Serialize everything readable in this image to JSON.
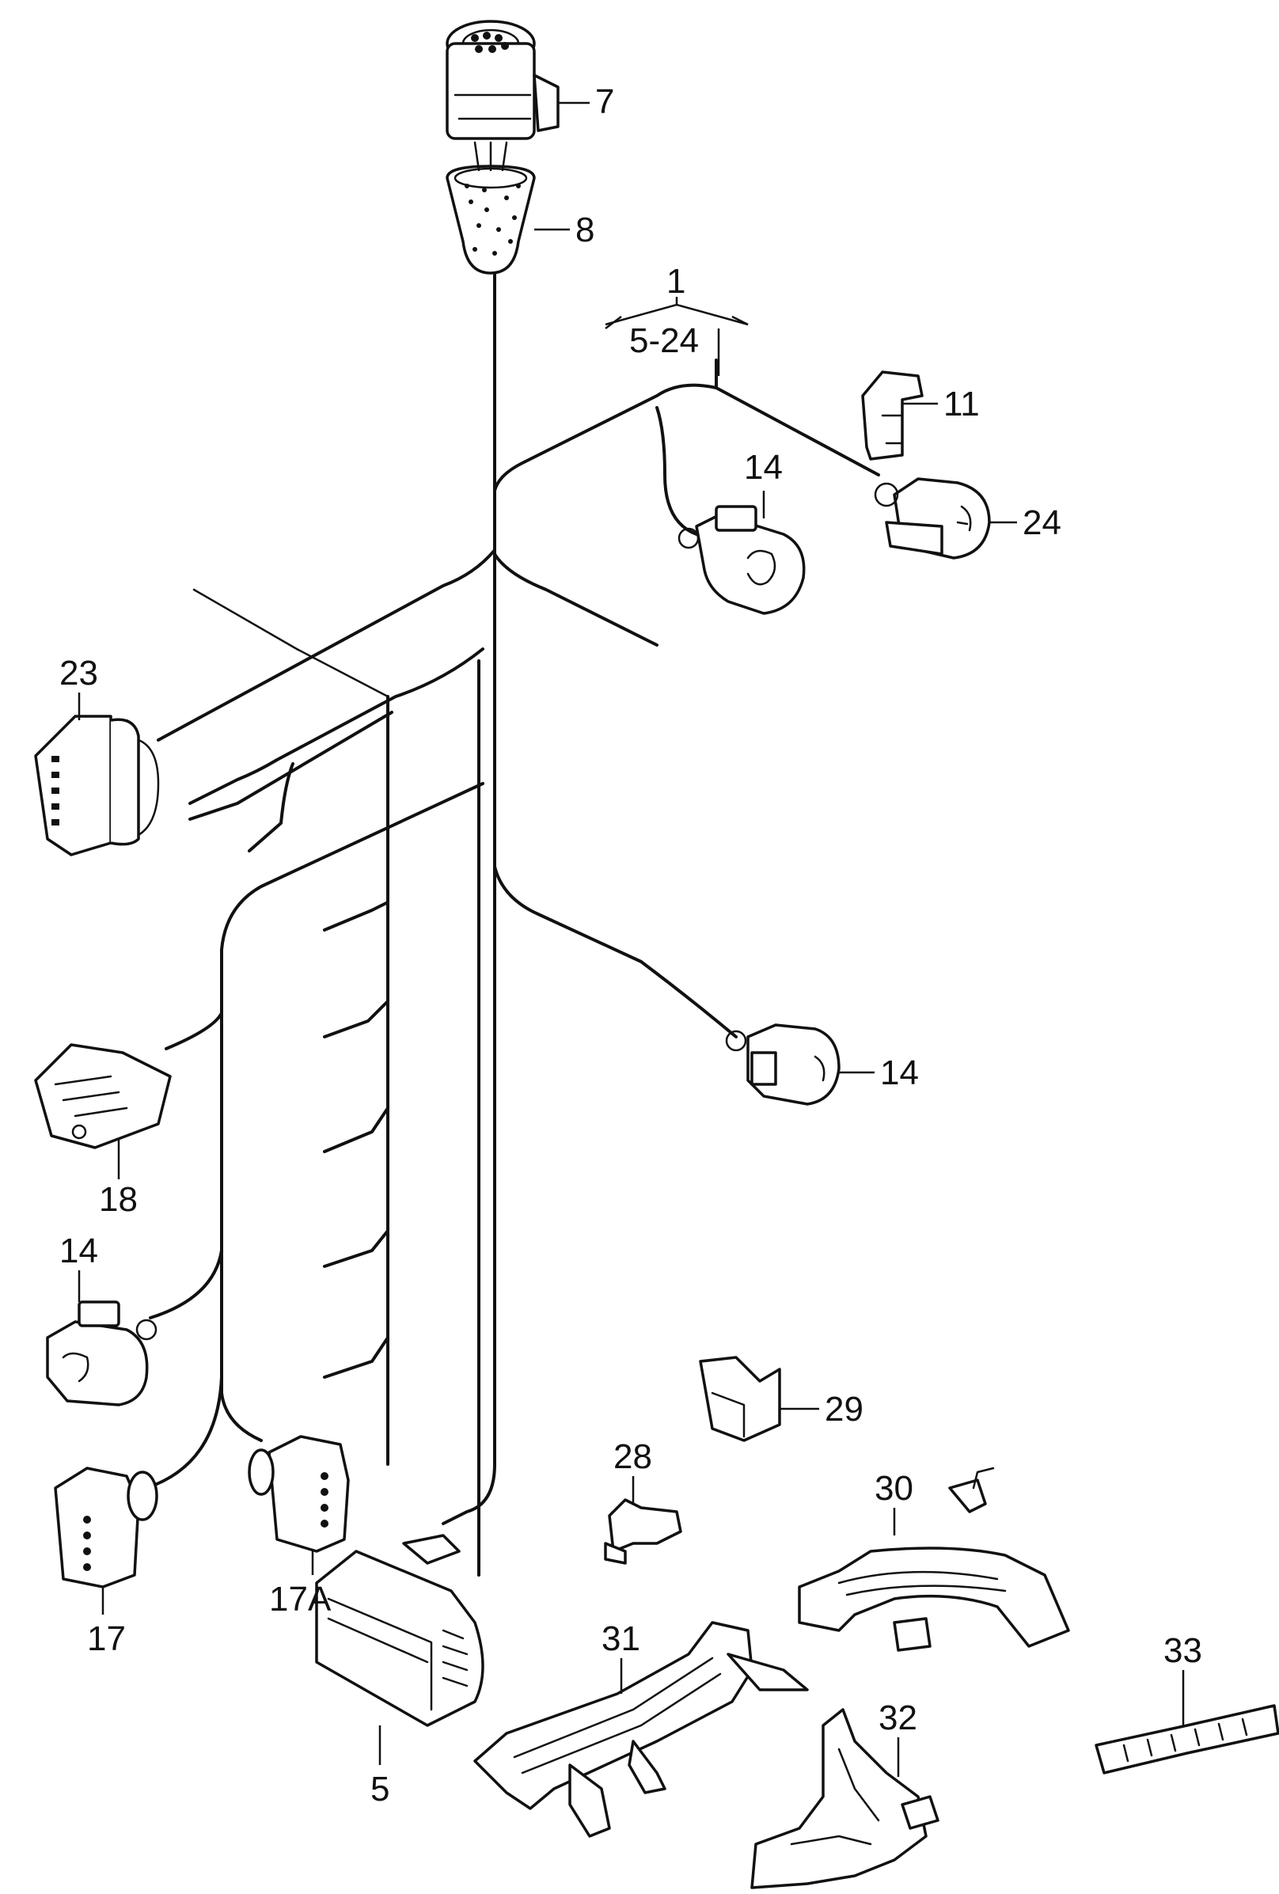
{
  "callouts": {
    "c1": "1",
    "c5_24": "5-24",
    "c7": "7",
    "c8": "8",
    "c11": "11",
    "c14_top": "14",
    "c24": "24",
    "c23": "23",
    "c14_mid": "14",
    "c18": "18",
    "c14_left": "14",
    "c29": "29",
    "c28": "28",
    "c30": "30",
    "c17a": "17A",
    "c17": "17",
    "c5": "5",
    "c31": "31",
    "c33": "33",
    "c32": "32"
  }
}
